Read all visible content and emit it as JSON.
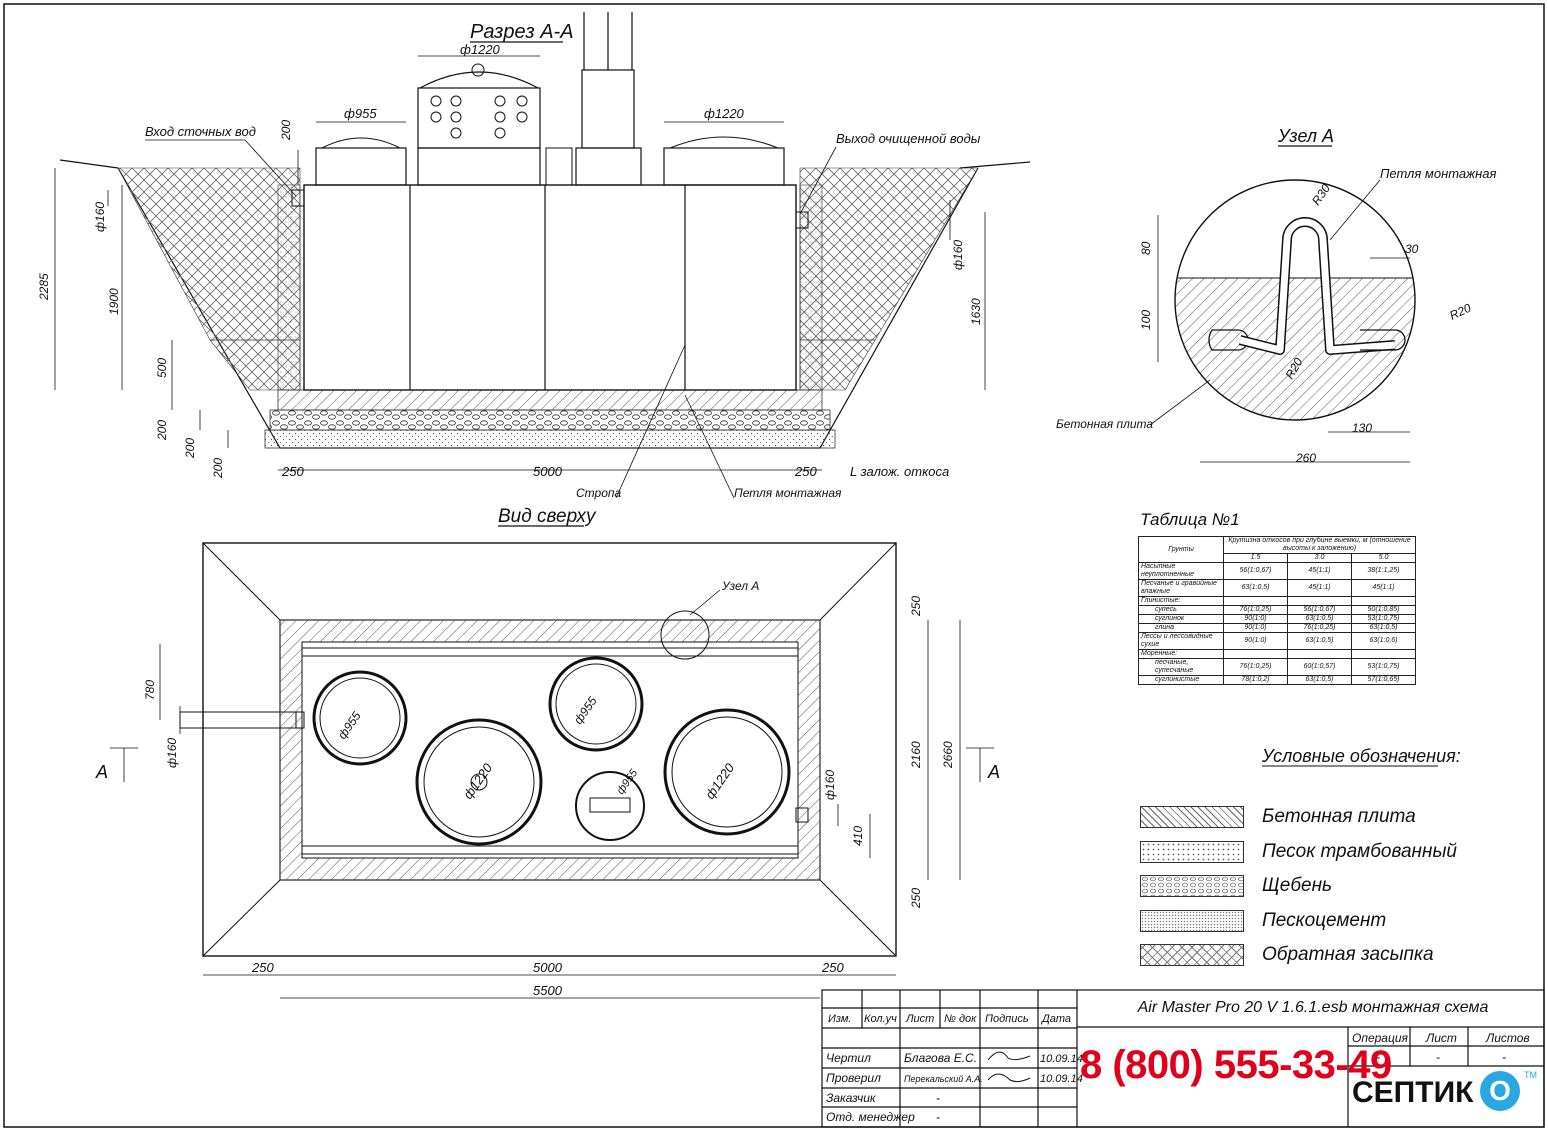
{
  "section": {
    "title": "Разрез А-А",
    "dims": {
      "d_inlet": "ф955",
      "d_aero": "ф1220",
      "d_out": "ф1220",
      "h_neck": "200",
      "h_total": "2285",
      "h_inlet": "1900",
      "d_pipe_in": "ф160",
      "h_500": "500",
      "h_200a": "200",
      "h_200b": "200",
      "h_200c": "200",
      "d_pipe_out": "ф160",
      "h_outlet": "1630",
      "w_left": "250",
      "w_main": "5000",
      "w_right": "250",
      "slope": "L залож. откоса"
    },
    "labels": {
      "inlet": "Вход сточных вод",
      "outlet": "Выход очищенной воды",
      "sling": "Стропа",
      "loop": "Петля монтажная"
    }
  },
  "node": {
    "title": "Узел А",
    "loop": "Петля монтажная",
    "slab": "Бетонная плита",
    "r30": "R30",
    "r20a": "R20",
    "r20b": "R20",
    "d80": "80",
    "d100": "100",
    "d30": "30",
    "d130": "130",
    "d260": "260"
  },
  "plan": {
    "title": "Вид сверху",
    "node_ref": "Узел А",
    "section_mark": "А",
    "dims": {
      "c1": "ф955",
      "c2": "ф955",
      "c3": "ф1220",
      "c4": "ф955",
      "c5": "ф1220",
      "d780": "780",
      "d160a": "ф160",
      "d160b": "ф160",
      "d410": "410",
      "d250t": "250",
      "d250b": "250",
      "d2160": "2160",
      "d2660": "2660",
      "d250l": "250",
      "d5000": "5000",
      "d250r": "250",
      "d5500": "5500"
    }
  },
  "table": {
    "title": "Таблица №1",
    "col_soil": "Грунты",
    "col_slope": "Крутизна откосов при глубине выемки, м (отношение высоты к заложению)",
    "depths": [
      "1.5",
      "3.0",
      "5.0"
    ],
    "rows": [
      {
        "name": "Насыпные неуплотненные",
        "v": [
          "56(1:0,67)",
          "45(1:1)",
          "38(1:1,25)"
        ]
      },
      {
        "name": "Песчаные и гравийные влажные",
        "v": [
          "63(1:0,5)",
          "45(1:1)",
          "45(1:1)"
        ]
      },
      {
        "name": "Глинистые:",
        "v": [
          "",
          "",
          ""
        ]
      },
      {
        "name": "супесь",
        "v": [
          "76(1:0,25)",
          "56(1:0,67)",
          "50(1:0,85)"
        ]
      },
      {
        "name": "суглинок",
        "v": [
          "90(1:0)",
          "63(1:0,5)",
          "53(1:0,75)"
        ]
      },
      {
        "name": "глина",
        "v": [
          "90(1:0)",
          "76(1:0,25)",
          "63(1:0,5)"
        ]
      },
      {
        "name": "Лессы и лессовидные сухие",
        "v": [
          "90(1:0)",
          "63(1:0,5)",
          "63(1:0,6)"
        ]
      },
      {
        "name": "Моренные:",
        "v": [
          "",
          "",
          ""
        ]
      },
      {
        "name": "песчаные, супесчаные",
        "v": [
          "76(1:0,25)",
          "60(1:0,57)",
          "53(1:0,75)"
        ]
      },
      {
        "name": "суглинистые",
        "v": [
          "78(1:0,2)",
          "63(1:0,5)",
          "57(1:0,65)"
        ]
      }
    ]
  },
  "legend": {
    "title": "Условные обозначения:",
    "items": [
      {
        "label": "Бетонная плита",
        "pattern": "hatch"
      },
      {
        "label": "Песок трамбованный",
        "pattern": "dots"
      },
      {
        "label": "Щебень",
        "pattern": "gravel"
      },
      {
        "label": "Пескоцемент",
        "pattern": "fine"
      },
      {
        "label": "Обратная засыпка",
        "pattern": "cross"
      }
    ]
  },
  "titleblock": {
    "headers": [
      "Изм.",
      "Кол.уч",
      "Лист",
      "№ док",
      "Подпись",
      "Дата"
    ],
    "rows": [
      {
        "role": "Чертил",
        "name": "Благова Е.С.",
        "date": "10.09.14"
      },
      {
        "role": "Проверил",
        "name": "Перекальский А.А.",
        "date": "10.09.14"
      },
      {
        "role": "Заказчик",
        "name": "-",
        "date": ""
      },
      {
        "role": "Отд. менеджер",
        "name": "-",
        "date": ""
      }
    ],
    "doc_title": "Air Master Pro 20 V 1.6.1.esb монтажная схема",
    "cols": [
      "Операция",
      "Лист",
      "Листов"
    ],
    "vals": [
      "-",
      "-",
      "-"
    ],
    "phone": "8 (800) 555-33-49",
    "logo": "СЕПТИК",
    "logo_o": "О",
    "logo_tm": "TM"
  },
  "colors": {
    "phone": "#e0001b",
    "logo_blue": "#29a7e1"
  }
}
